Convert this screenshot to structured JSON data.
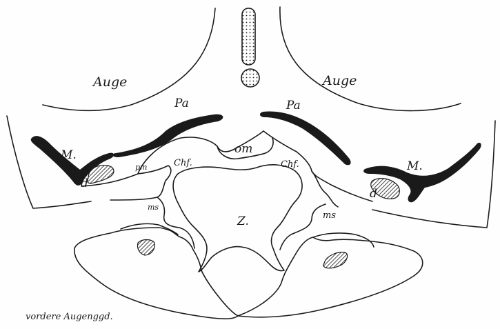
{
  "labels": {
    "auge_left": "Auge",
    "auge_right": "Auge",
    "pa_left": "Pa",
    "pa_right": "Pa",
    "m_left": "M.",
    "m_right": "M.",
    "d_left": "d",
    "d_right": "d",
    "pm": "pm",
    "chf_left": "Chf.",
    "chf_right": "Chf.",
    "om": "om",
    "ms_left": "ms",
    "ms_right": "ms",
    "z": "Z.",
    "caption": "vordere Augenggd."
  },
  "colors": {
    "ink": "#1a1a1a",
    "paper": "#fefefe"
  }
}
